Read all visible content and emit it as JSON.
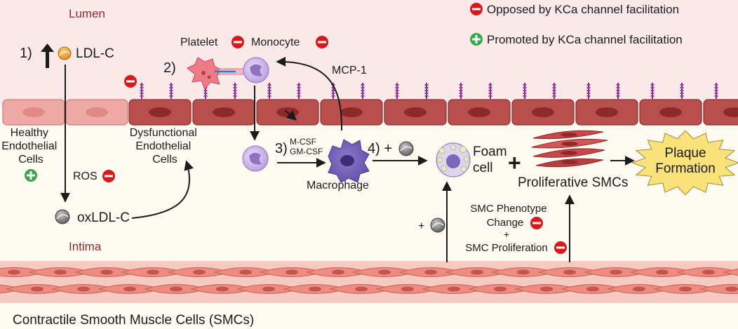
{
  "regions": {
    "lumen": "Lumen",
    "intima": "Intima"
  },
  "legend": {
    "opposed": "Opposed by KCa channel facilitation",
    "promoted": "Promoted by KCa channel facilitation"
  },
  "steps": {
    "step1": "1)",
    "ldl_c": "LDL-C",
    "ros": "ROS",
    "oxldl_c": "oxLDL-C",
    "healthy": [
      "Healthy",
      "Endothelial",
      "Cells"
    ],
    "dysfunctional": [
      "Dysfunctional",
      "Endothelial",
      "Cells"
    ],
    "step2": "2)",
    "platelet": "Platelet",
    "monocyte": "Monocyte",
    "mcp1": "MCP-1",
    "step3": "3)",
    "mcsf": "M-CSF",
    "gmcsf": "GM-CSF",
    "macrophage": "Macrophage",
    "step4": "4) +",
    "foam": [
      "Foam",
      "cell"
    ],
    "plus": "+",
    "proliferative": "Proliferative SMCs",
    "plaque": [
      "Plaque",
      "Formation"
    ],
    "smc_phenotype": [
      "SMC Phenotype",
      "Change"
    ],
    "plus_small": "+",
    "smc_proliferation": "SMC Proliferation",
    "plus_ldl": "+",
    "contractile": "Contractile Smooth Muscle Cells (SMCs)"
  },
  "colors": {
    "lumen_bg": "#fbe9ea",
    "opposed": "#d7191c",
    "promoted": "#3aa64a",
    "plaque_fill": "#f9e27a"
  },
  "icons": [
    "minus-circle-icon",
    "plus-circle-icon",
    "ldl-particle-icon",
    "oxldl-particle-icon"
  ]
}
